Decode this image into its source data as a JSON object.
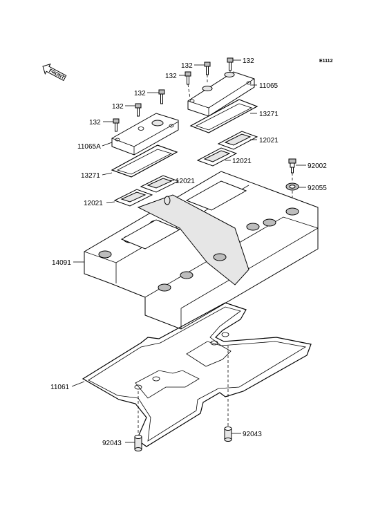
{
  "diagram": {
    "code": "E1112",
    "front_label": "FRONT",
    "labels": {
      "bolt_a": "132",
      "bolt_b": "132",
      "bolt_c": "132",
      "bolt_d": "132",
      "bolt_e": "132",
      "bolt_f": "132",
      "cover_right": "11065",
      "cover_left": "11065A",
      "gasket_right": "13271",
      "gasket_left": "13271",
      "plate_a": "12021",
      "plate_b": "12021",
      "plate_c": "12021",
      "plate_d": "12021",
      "bolt_92002": "92002",
      "washer_92055": "92055",
      "head_cover": "14091",
      "head_gasket": "11061",
      "dowel_left": "92043",
      "dowel_right": "92043"
    }
  }
}
